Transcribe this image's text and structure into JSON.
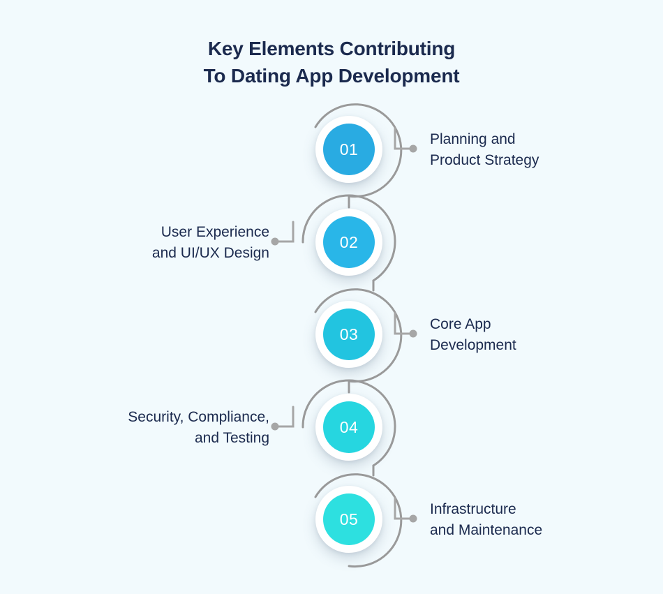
{
  "title": {
    "line1": "Key Elements Contributing",
    "line2": "To Dating App Development"
  },
  "theme": {
    "background": "#f2fafd",
    "text_color": "#1b2a4e",
    "ring_color": "#9a9a9a",
    "connector_color": "#a6a6a6"
  },
  "steps": [
    {
      "number": "01",
      "label_line1": "Planning and",
      "label_line2": "Product Strategy",
      "side": "right",
      "color": "#29abe2"
    },
    {
      "number": "02",
      "label_line1": "User Experience",
      "label_line2": "and UI/UX Design",
      "side": "left",
      "color": "#29b6e8"
    },
    {
      "number": "03",
      "label_line1": "Core App",
      "label_line2": "Development",
      "side": "right",
      "color": "#22c4e0"
    },
    {
      "number": "04",
      "label_line1": "Security, Compliance,",
      "label_line2": "and Testing",
      "side": "left",
      "color": "#26d6e0"
    },
    {
      "number": "05",
      "label_line1": "Infrastructure",
      "label_line2": "and Maintenance",
      "side": "right",
      "color": "#2de0e0"
    }
  ]
}
